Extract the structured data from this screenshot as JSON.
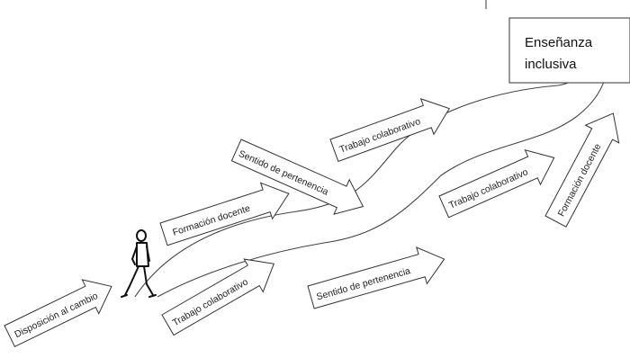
{
  "goal_box": {
    "line1": "Enseñanza",
    "line2": "inclusiva"
  },
  "arrows": {
    "a1": "Disposición al cambio",
    "a2": "Trabajo colaborativo",
    "a3": "Formación docente",
    "a4": "Sentido de pertenencia",
    "a5": "Trabajo colaborativo",
    "a6": "Sentido de pertenencia",
    "a7": "Trabajo colaborativo",
    "a8": "Formación docente"
  },
  "icons": {
    "walker": "walking-person-icon"
  }
}
